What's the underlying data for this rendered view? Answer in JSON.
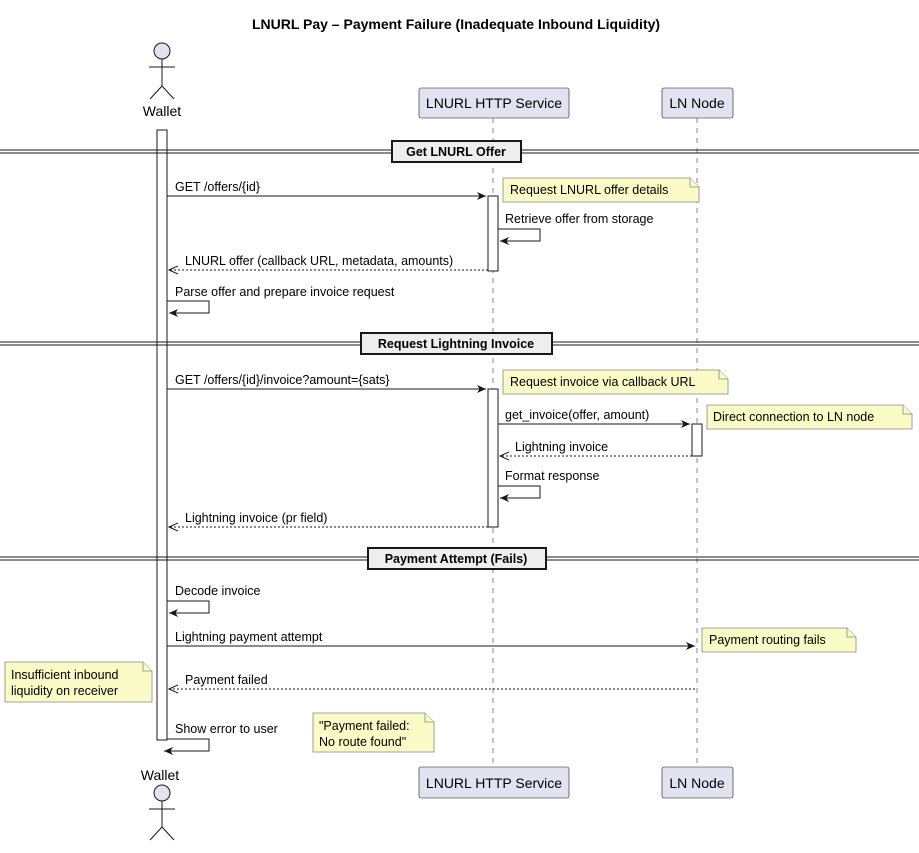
{
  "title": "LNURL Pay – Payment Failure (Inadequate Inbound Liquidity)",
  "participants": {
    "wallet": "Wallet",
    "service": "LNURL HTTP Service",
    "node": "LN Node"
  },
  "dividers": {
    "d1": "Get LNURL Offer",
    "d2": "Request Lightning Invoice",
    "d3": "Payment Attempt (Fails)"
  },
  "messages": {
    "m1": "GET /offers/{id}",
    "m2": "Retrieve offer from storage",
    "m3": "LNURL offer (callback URL, metadata, amounts)",
    "m4": "Parse offer and prepare invoice request",
    "m5": "GET /offers/{id}/invoice?amount={sats}",
    "m6": "get_invoice(offer, amount)",
    "m7": "Lightning invoice",
    "m8": "Format response",
    "m9": "Lightning invoice (pr field)",
    "m10": "Decode invoice",
    "m11": "Lightning payment attempt",
    "m12": "Payment failed",
    "m13": "Show error to user"
  },
  "notes": {
    "n1": "Request LNURL offer details",
    "n2": "Request invoice via callback URL",
    "n3": "Direct connection to LN node",
    "n4": "Payment routing fails",
    "n5_line1": "Insufficient inbound",
    "n5_line2": "liquidity on receiver",
    "n6_line1": "\"Payment failed:",
    "n6_line2": "No route found\""
  }
}
